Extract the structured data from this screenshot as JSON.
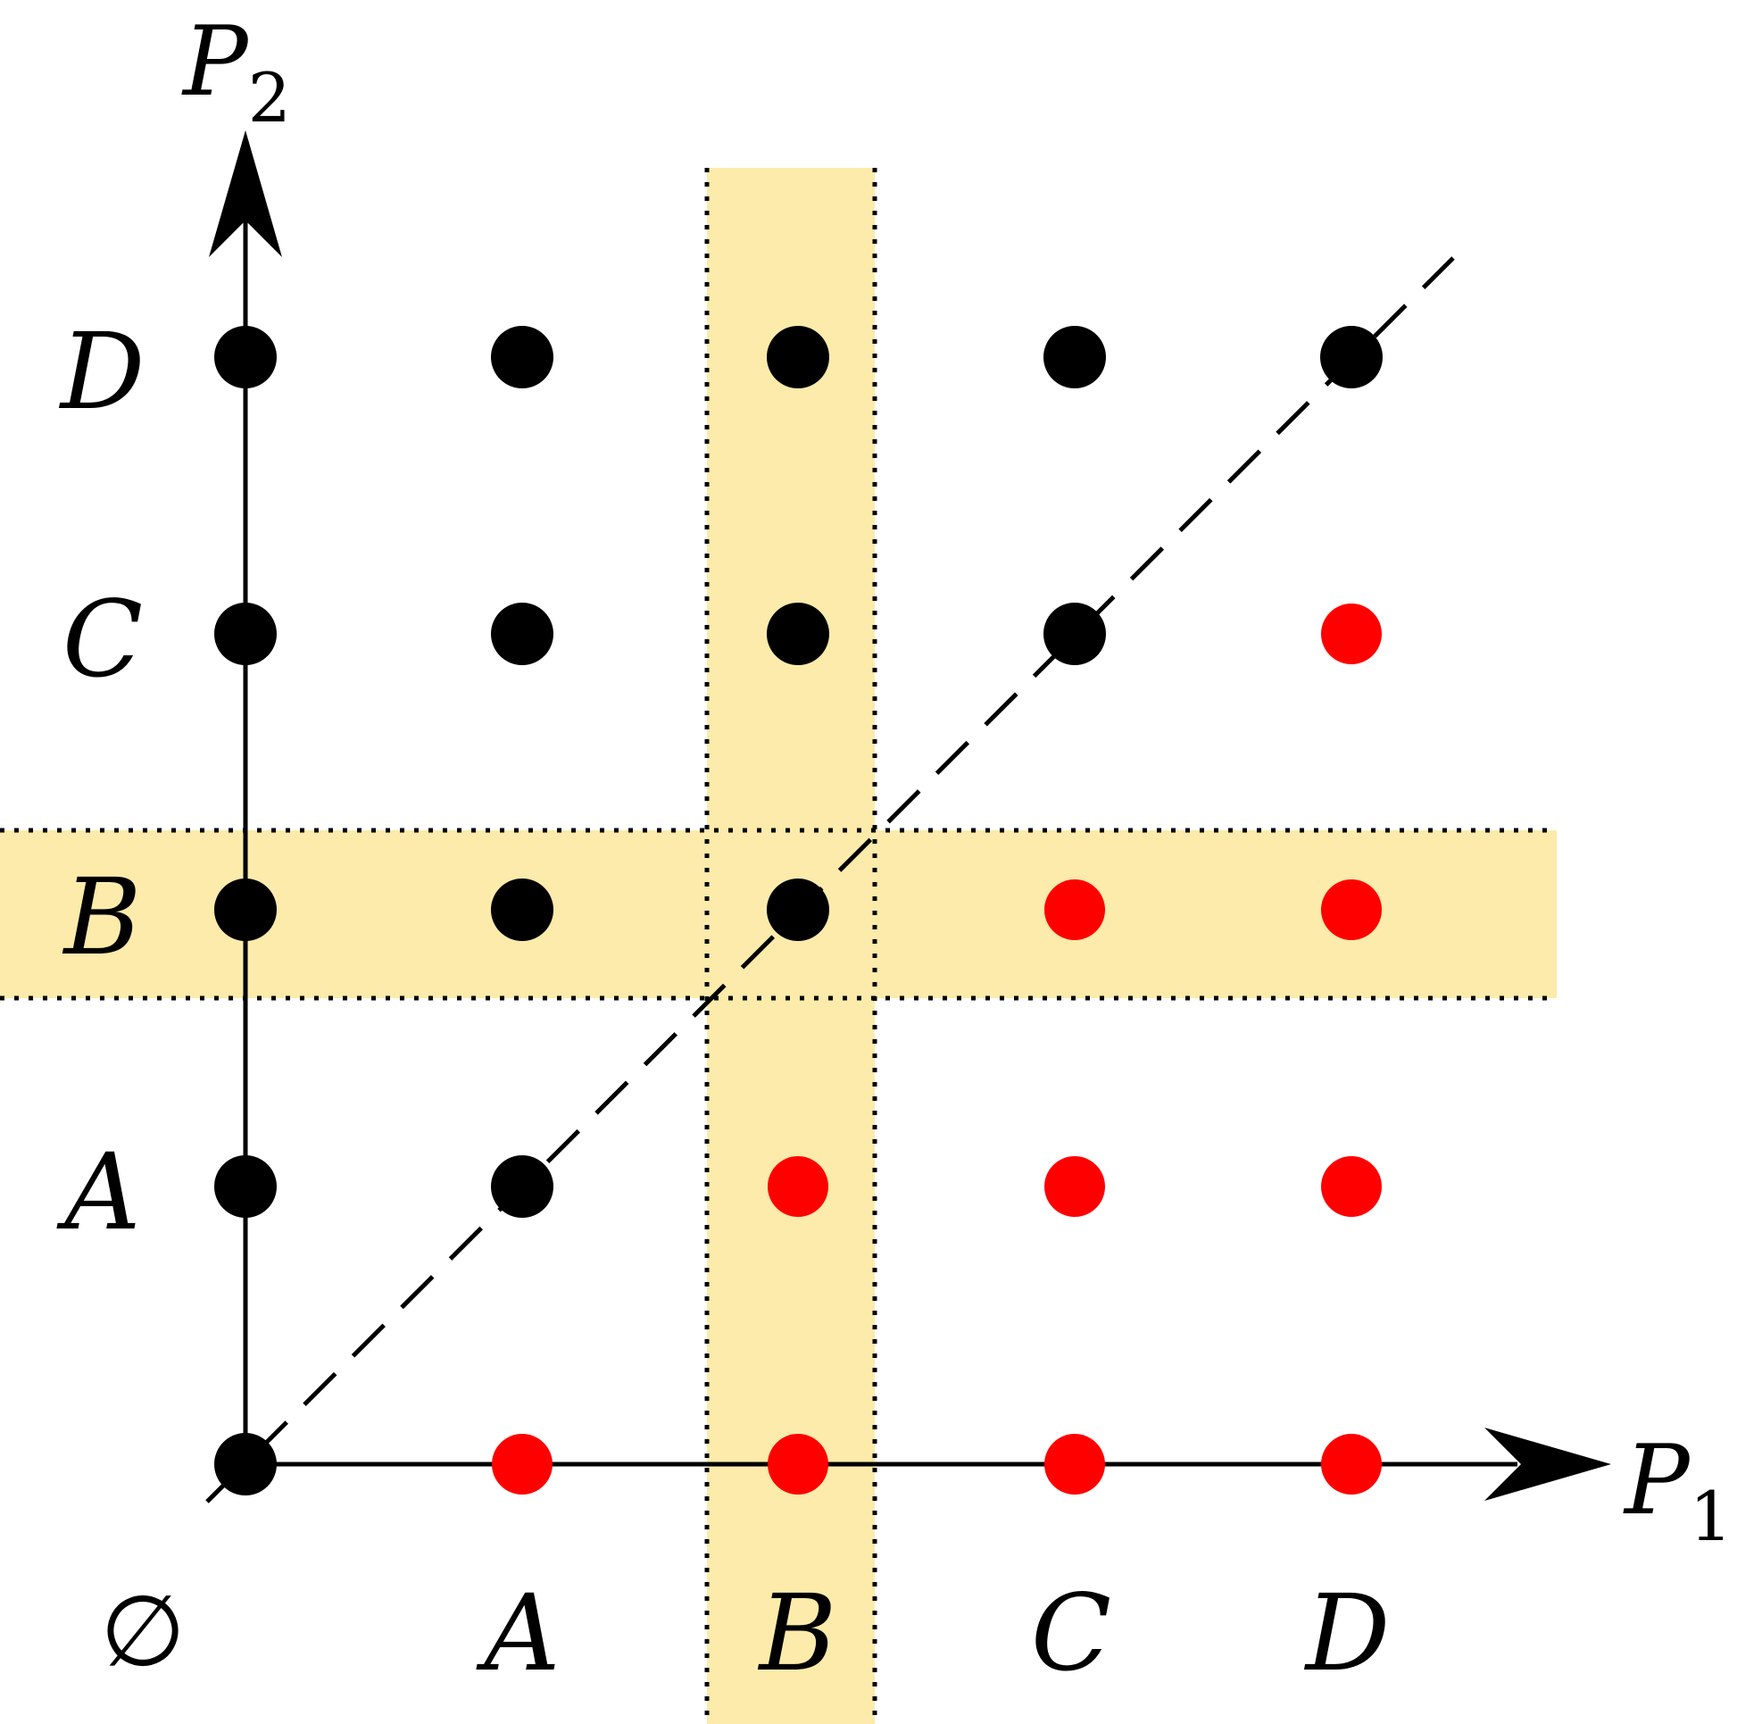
{
  "axes": {
    "x": {
      "label": "P",
      "subscript": "1"
    },
    "y": {
      "label": "P",
      "subscript": "2"
    }
  },
  "origin_label": "∅",
  "x_categories": [
    "A",
    "B",
    "C",
    "D"
  ],
  "y_categories": [
    "A",
    "B",
    "C",
    "D"
  ],
  "highlight": {
    "column": "B",
    "row": "B",
    "color": "#fcebaa"
  },
  "colors": {
    "black_point": "#000000",
    "red_point": "#ff0000",
    "axis": "#000000"
  },
  "diagonal": {
    "style": "dashed",
    "from": "∅",
    "to": "beyond D"
  },
  "grid_points": [
    {
      "p1": "∅",
      "p2": "∅",
      "color": "black"
    },
    {
      "p1": "A",
      "p2": "∅",
      "color": "red"
    },
    {
      "p1": "B",
      "p2": "∅",
      "color": "red"
    },
    {
      "p1": "C",
      "p2": "∅",
      "color": "red"
    },
    {
      "p1": "D",
      "p2": "∅",
      "color": "red"
    },
    {
      "p1": "∅",
      "p2": "A",
      "color": "black"
    },
    {
      "p1": "A",
      "p2": "A",
      "color": "black"
    },
    {
      "p1": "B",
      "p2": "A",
      "color": "red"
    },
    {
      "p1": "C",
      "p2": "A",
      "color": "red"
    },
    {
      "p1": "D",
      "p2": "A",
      "color": "red"
    },
    {
      "p1": "∅",
      "p2": "B",
      "color": "black"
    },
    {
      "p1": "A",
      "p2": "B",
      "color": "black"
    },
    {
      "p1": "B",
      "p2": "B",
      "color": "black"
    },
    {
      "p1": "C",
      "p2": "B",
      "color": "red"
    },
    {
      "p1": "D",
      "p2": "B",
      "color": "red"
    },
    {
      "p1": "∅",
      "p2": "C",
      "color": "black"
    },
    {
      "p1": "A",
      "p2": "C",
      "color": "black"
    },
    {
      "p1": "B",
      "p2": "C",
      "color": "black"
    },
    {
      "p1": "C",
      "p2": "C",
      "color": "black"
    },
    {
      "p1": "D",
      "p2": "C",
      "color": "red"
    },
    {
      "p1": "∅",
      "p2": "D",
      "color": "black"
    },
    {
      "p1": "A",
      "p2": "D",
      "color": "black"
    },
    {
      "p1": "B",
      "p2": "D",
      "color": "black"
    },
    {
      "p1": "C",
      "p2": "D",
      "color": "black"
    },
    {
      "p1": "D",
      "p2": "D",
      "color": "black"
    }
  ]
}
